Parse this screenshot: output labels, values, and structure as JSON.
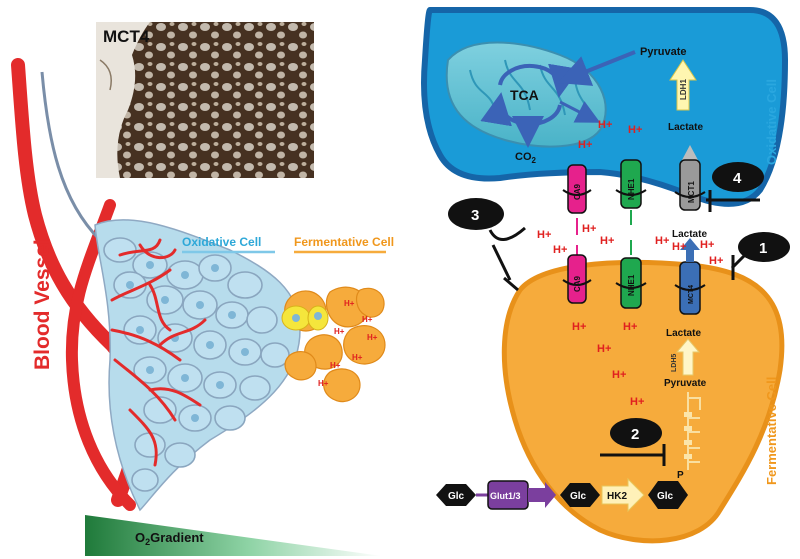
{
  "micrograph": {
    "title": "MCT4"
  },
  "left_panel": {
    "blood_vessel_label": "Blood Vessel",
    "oxidative_label": "Oxidative Cell",
    "fermentative_label": "Fermentative Cell",
    "tumor_h_labels": [
      "H+",
      "H+",
      "H+",
      "H+",
      "H+",
      "H+",
      "H+"
    ],
    "gradient": {
      "prefix": "O",
      "sub": "2",
      "suffix": "Gradient"
    }
  },
  "oxidative_cell": {
    "label": "Oxidative Cell",
    "tca": "TCA",
    "pyruvate": "Pyruvate",
    "ldh1": "LDH1",
    "lactate": "Lactate",
    "co2": {
      "main": "CO",
      "sub": "2"
    },
    "h_labels": [
      "H+",
      "H+",
      "H+"
    ]
  },
  "fermentative_cell": {
    "label": "Fermentative Cell",
    "lactate": "Lactate",
    "ldh5": "LDH5",
    "pyruvate": "Pyruvate",
    "p": "P",
    "glc_outside": "Glc",
    "glut": "Glut1/3",
    "glc_inside": "Glc",
    "hk2": "HK2",
    "glc_p": "Glc",
    "h_labels": [
      "H+",
      "H+",
      "H+",
      "H+",
      "H+"
    ]
  },
  "transporters": {
    "ca9_top": "CA9",
    "nhe1_top": "NHE1",
    "mct1": "MCT1",
    "ca9_bottom": "CA9",
    "nhe1_bottom": "NHE1",
    "mct4": "MCT4"
  },
  "extracellular": {
    "h_labels": [
      "H+",
      "H+",
      "H+",
      "H+",
      "H+",
      "H+",
      "H+",
      "H+"
    ],
    "lactate": "Lactate"
  },
  "inhibitors": {
    "n1": "1",
    "n2": "2",
    "n3": "3",
    "n4": "4"
  },
  "colors": {
    "oxidative_blue": "#1a9bd7",
    "oxidative_border": "#1565a8",
    "fermentative_orange": "#f6ab3c",
    "fermentative_border": "#e8911a",
    "vessel_red": "#e32b2b",
    "ca9_magenta": "#e6218c",
    "nhe1_green": "#1fa84f",
    "mct_gray": "#9a9a9a",
    "mct4_blue": "#3b6fb6",
    "h_red": "#e0201f",
    "glut_purple": "#7b3f9e"
  }
}
